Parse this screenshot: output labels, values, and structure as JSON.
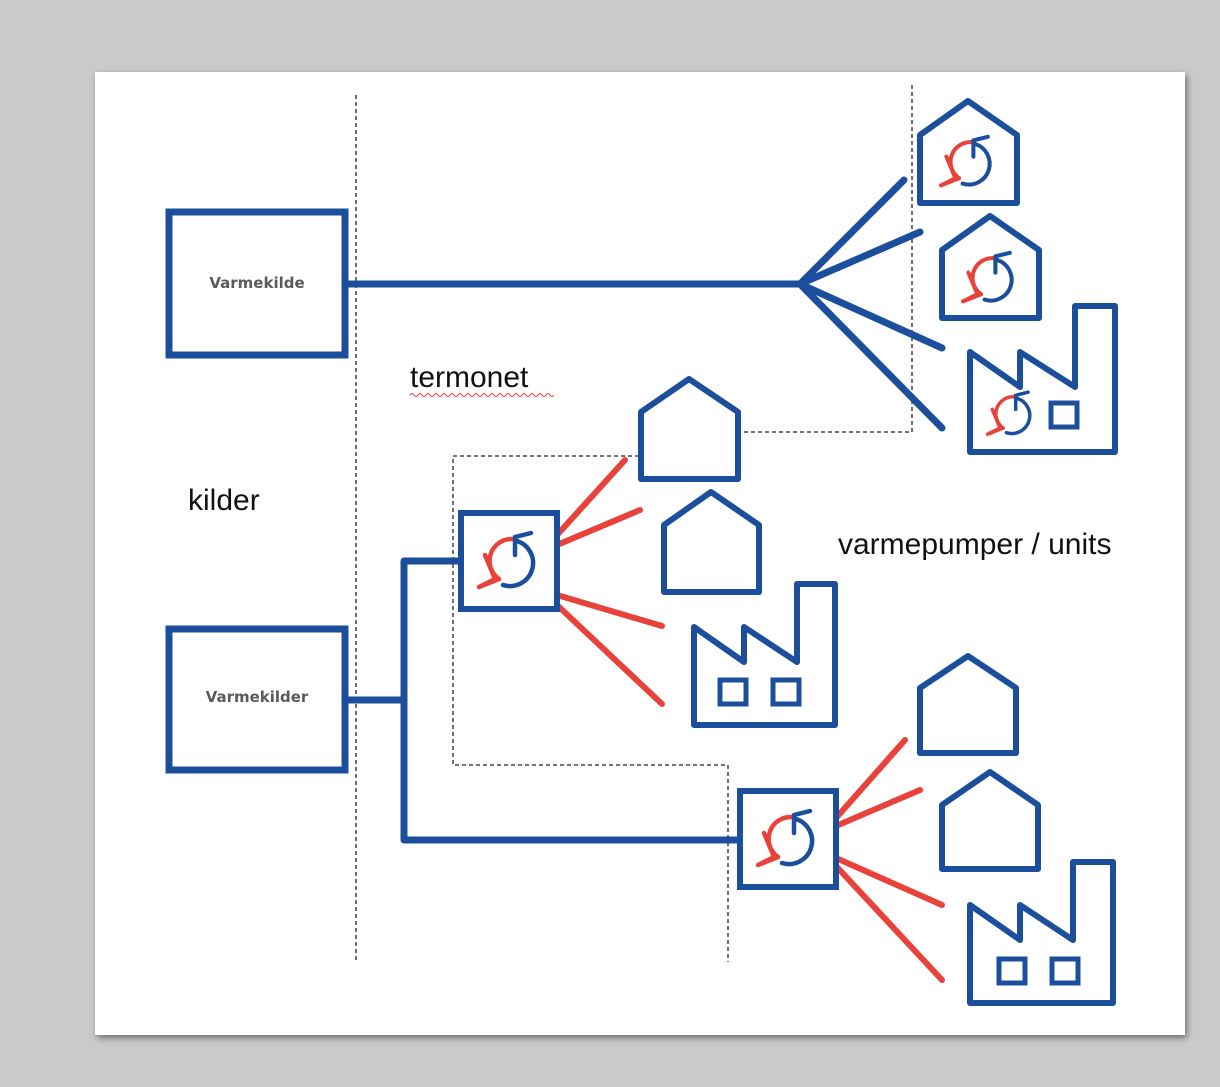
{
  "diagram": {
    "sources": {
      "top_box": "Varmekilde",
      "bottom_box": "Varmekilder"
    },
    "regions": {
      "sources_label": "kilder",
      "grid_label": "termonet",
      "units_label": "varmepumper / units"
    },
    "colors": {
      "pipe_blue": "#1b4f9c",
      "distribution_red": "#e8423a",
      "divider": "#222222",
      "canvas_bg": "#c9cbca",
      "slide_bg": "#ffffff"
    },
    "icons": [
      "house-icon",
      "factory-icon",
      "heat-pump-icon"
    ]
  }
}
